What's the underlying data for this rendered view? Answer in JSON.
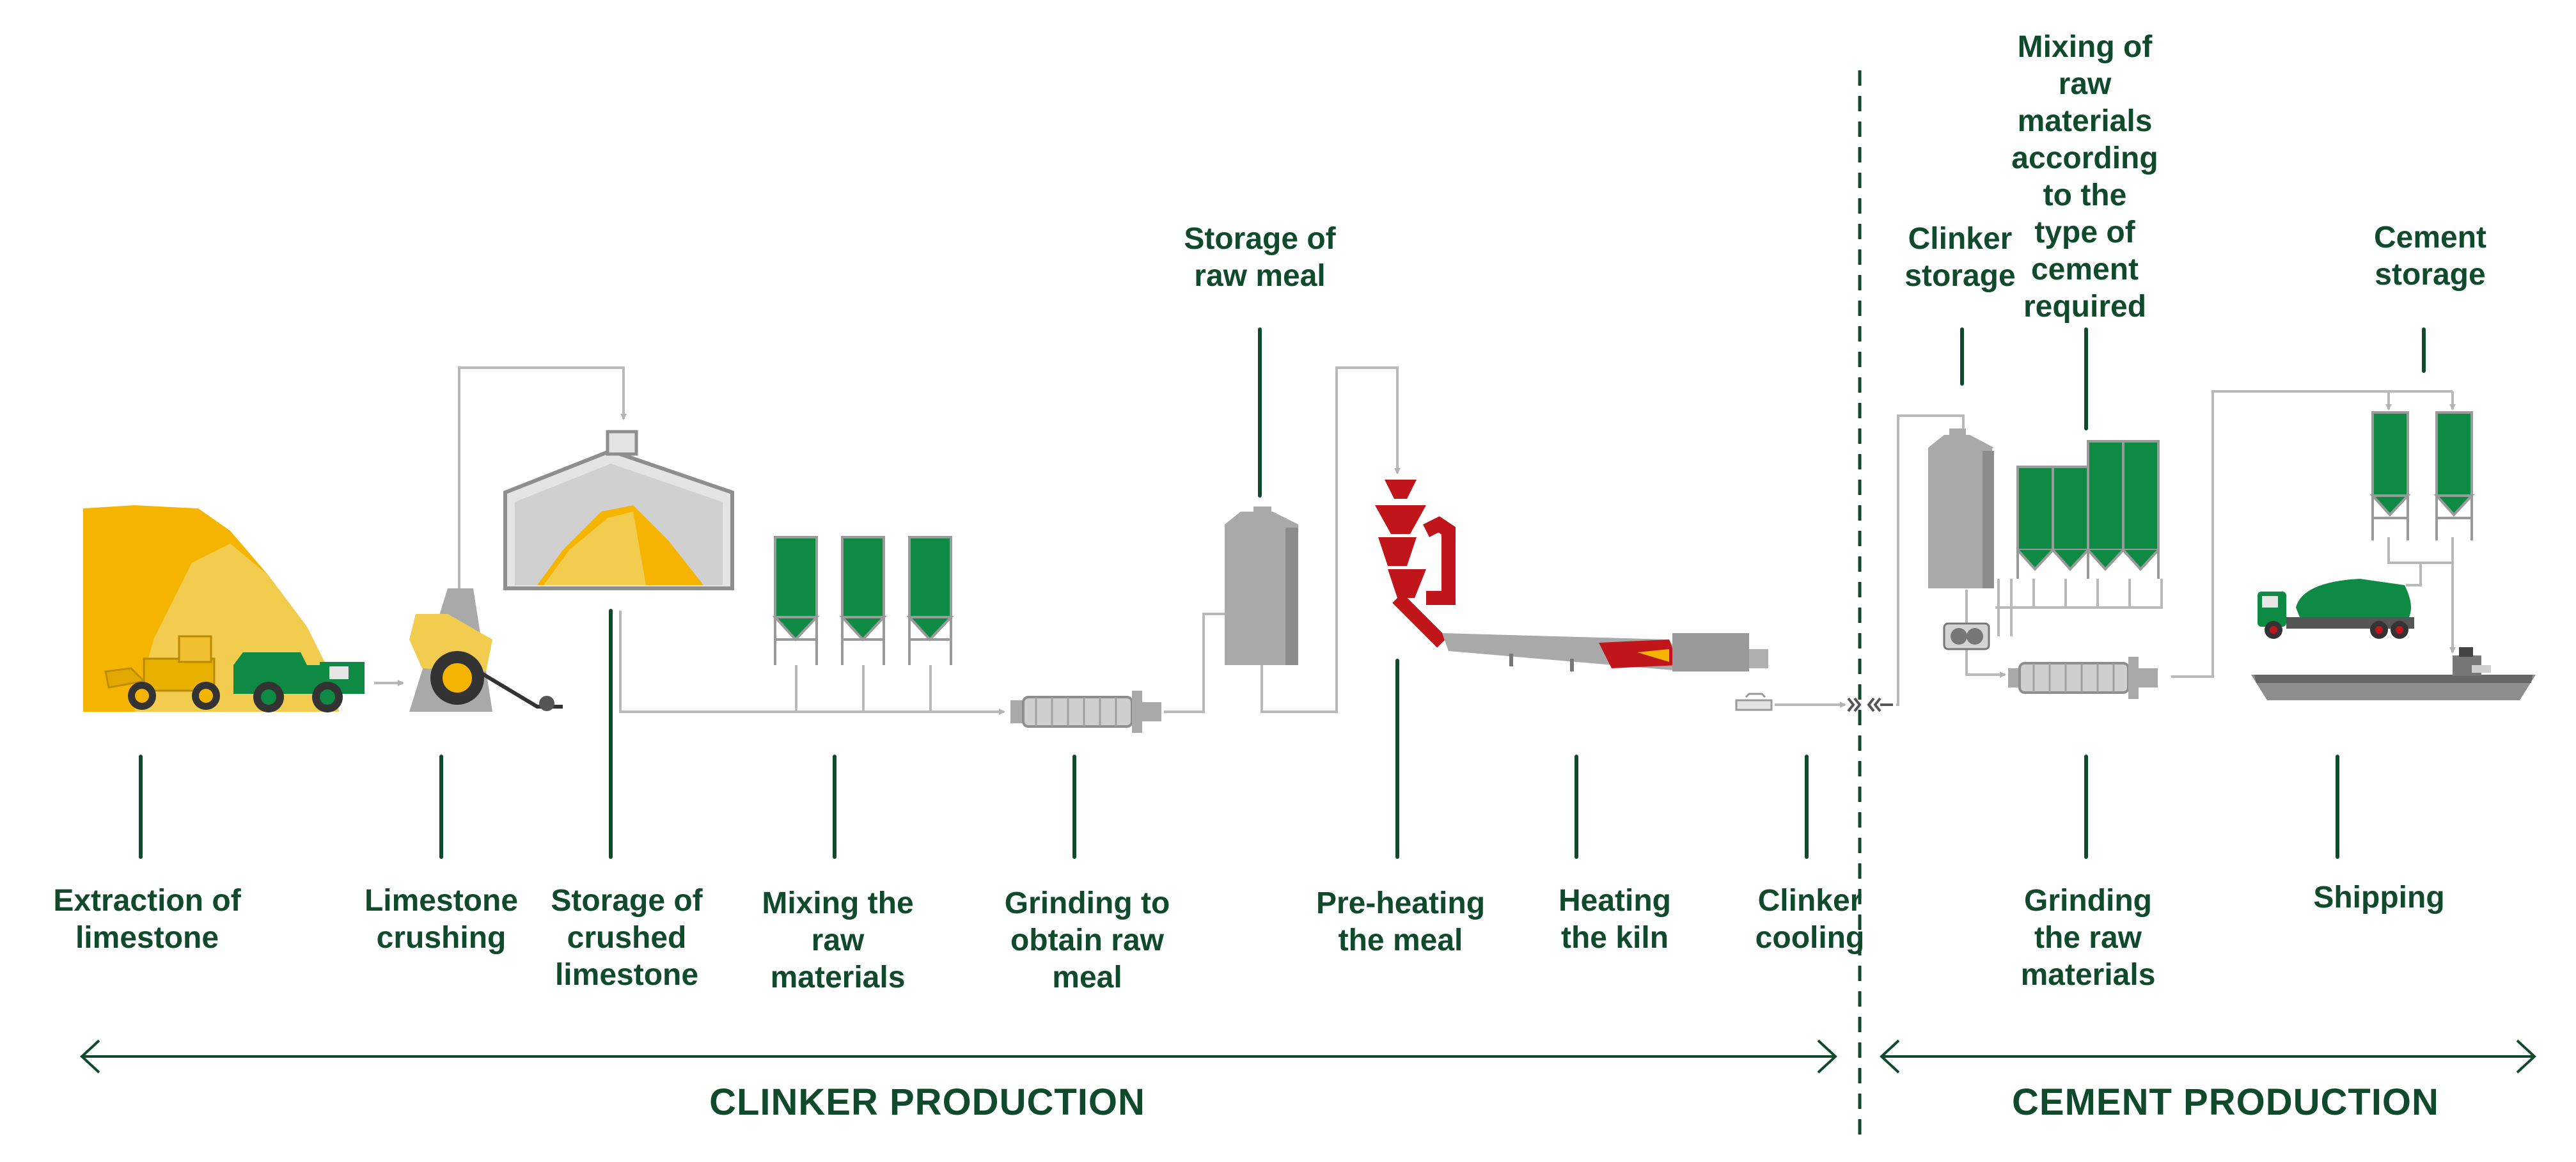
{
  "colors": {
    "label_green": "#0f4a2c",
    "silo_green": "#0f8a45",
    "limestone_yellow": "#f5b400",
    "limestone_light": "#f2cc4e",
    "equipment_gray": "#a9a9a9",
    "kiln_red": "#c0161b",
    "pipe_gray": "#b9b9b9"
  },
  "steps": {
    "extraction": "Extraction of\nlimestone",
    "crushing": "Limestone\ncrushing",
    "storage_crushed": "Storage of\ncrushed\nlimestone",
    "mixing": "Mixing the\nraw\nmaterials",
    "grinding_raw_meal": "Grinding to\nobtain raw\nmeal",
    "storage_raw_meal": "Storage of\nraw meal",
    "preheating": "Pre-heating\nthe meal",
    "heating_kiln": "Heating\nthe kiln",
    "clinker_cooling": "Clinker\ncooling",
    "clinker_storage": "Clinker\nstorage",
    "mixing_type": "Mixing of\nraw\nmaterials\naccording\nto the\ntype of\ncement\nrequired",
    "grinding_raw_materials": "Grinding\nthe raw\nmaterials",
    "cement_storage": "Cement\nstorage",
    "shipping": "Shipping"
  },
  "phases": {
    "clinker": "CLINKER PRODUCTION",
    "cement": "CEMENT PRODUCTION"
  },
  "icons": [
    "limestone-pile-icon",
    "wheel-loader-icon",
    "dump-truck-icon",
    "crusher-icon",
    "storage-hall-icon",
    "silo-icon",
    "ball-mill-icon",
    "rotary-kiln-icon",
    "cyclone-preheater-icon",
    "cooler-icon",
    "cement-truck-icon",
    "cargo-ship-icon"
  ]
}
